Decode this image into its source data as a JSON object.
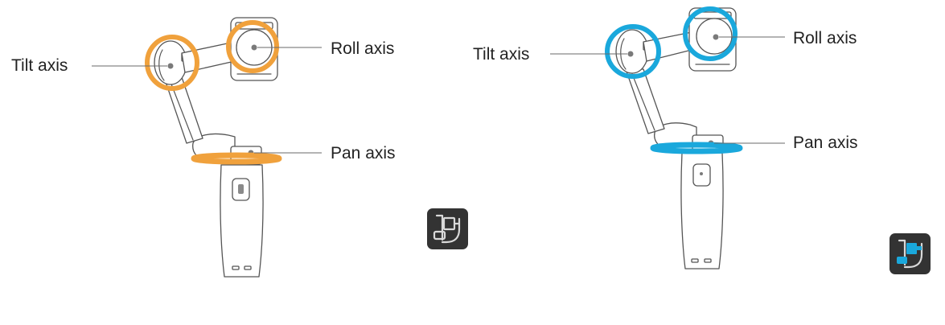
{
  "colors": {
    "mode_a": "#f0a13c",
    "mode_b": "#1aa8dc",
    "mode_icon_bg": "#333333",
    "mode_icon_line": "#d9d9d9"
  },
  "panels": [
    {
      "id": "mode-a",
      "accent": "#f0a13c",
      "labels": {
        "tilt": "Tilt axis",
        "roll": "Roll axis",
        "pan": "Pan axis"
      },
      "icon": "gimbal-mode-icon"
    },
    {
      "id": "mode-b",
      "accent": "#1aa8dc",
      "labels": {
        "tilt": "Tilt axis",
        "roll": "Roll axis",
        "pan": "Pan axis"
      },
      "icon": "gimbal-mode-icon"
    }
  ]
}
